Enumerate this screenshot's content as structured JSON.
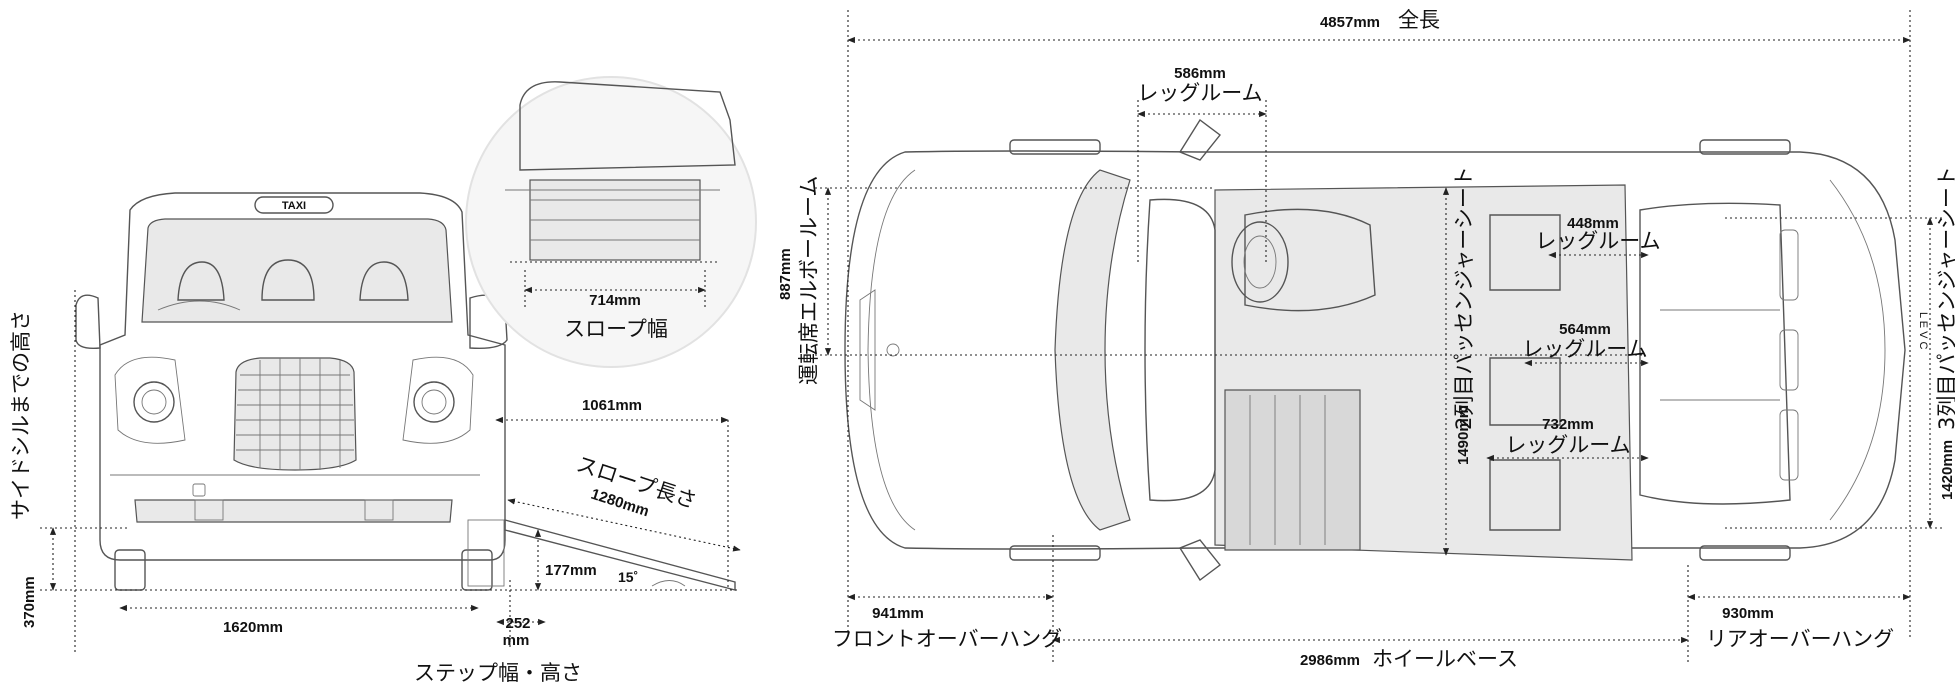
{
  "front_view": {
    "taxi_sign": "TAXI",
    "width_value": "1620mm",
    "sill_height_value": "370mm",
    "sill_height_label": "サイドシルまでの高さ",
    "step_width_value": "252\nmm",
    "step_height_value": "177mm",
    "step_label": "ステップ幅・高さ",
    "ramp_width_value": "714mm",
    "ramp_width_label": "スロープ幅",
    "ramp_extent_value": "1061mm",
    "ramp_length_value": "1280mm",
    "ramp_length_label": "スロープ長さ",
    "ramp_angle": "15˚"
  },
  "top_view": {
    "overall_length_value": "4857mm",
    "overall_length_label": "全長",
    "front_legroom_value": "586mm",
    "front_legroom_label": "レッグルーム",
    "driver_elbow_value": "887mm",
    "driver_elbow_label": "運転席エルボールーム",
    "row2_legroom_a_value": "448mm",
    "row2_legroom_a_label": "レッグルーム",
    "row2_legroom_b_value": "564mm",
    "row2_legroom_b_label": "レッグルーム",
    "row3_legroom_value": "732mm",
    "row3_legroom_label": "レッグルーム",
    "row2_seat_value": "1490mm",
    "row2_seat_label": "2列目パッセンジャーシート",
    "row3_seat_value": "1420mm",
    "row3_seat_label": "3列目パッセンジャーシート",
    "front_overhang_value": "941mm",
    "front_overhang_label": "フロントオーバーハング",
    "wheelbase_value": "2986mm",
    "wheelbase_label": "ホイールベース",
    "rear_overhang_value": "930mm",
    "rear_overhang_label": "リアオーバーハング",
    "rear_badge": "L E V C"
  }
}
